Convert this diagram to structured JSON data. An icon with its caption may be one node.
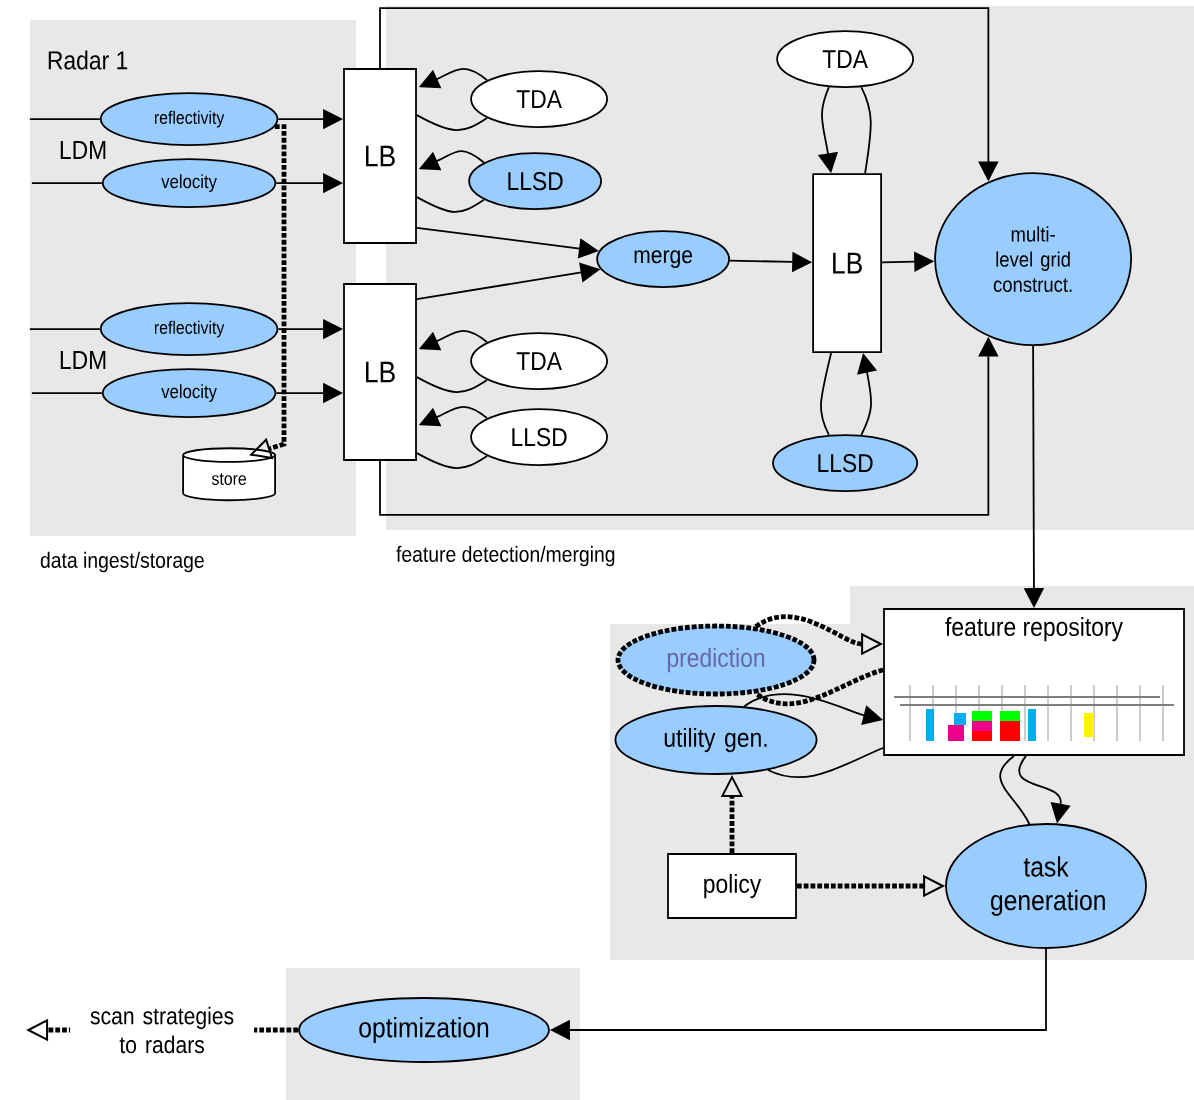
{
  "diagram": {
    "nodes": [
      {
        "text": [
          "data ingest/storage"
        ]
      },
      {
        "text": [
          "reflectivity"
        ],
        "in": 0
      },
      {
        "text": [
          "velocity"
        ],
        "in": 0
      },
      {
        "text": [
          "reflectivity"
        ],
        "in": 0
      },
      {
        "text": [
          "velocity"
        ],
        "in": 0
      },
      {
        "text": [
          "store"
        ],
        "in": 0
      },
      {
        "text": [
          "feature detection/merging"
        ]
      },
      {
        "text": [
          "LB"
        ]
      },
      {
        "text": [
          "LB"
        ]
      },
      {
        "text": [
          "TDA"
        ],
        "in": 6
      },
      {
        "text": [
          "LLSD"
        ],
        "in": 6
      },
      {
        "text": [
          "TDA"
        ],
        "in": 6
      },
      {
        "text": [
          "LLSD"
        ],
        "in": 6
      },
      {
        "text": [
          "merge"
        ],
        "in": 6
      },
      {
        "text": [
          "TDA"
        ],
        "in": 6
      },
      {
        "text": [
          "LB"
        ],
        "in": 6
      },
      {
        "text": [
          "LLSD"
        ],
        "in": 6
      },
      {
        "text": [
          "multi-level grid construct."
        ],
        "in": 6
      },
      {
        "text": [
          "prediction"
        ]
      },
      {
        "text": [
          "feature repository"
        ]
      },
      {
        "text": [
          "utility gen."
        ]
      },
      {
        "text": [
          "policy"
        ]
      },
      {
        "text": [
          "task generation"
        ]
      },
      {
        "text": [
          "optimization"
        ]
      }
    ],
    "edges": [
      {
        "from": null,
        "to": 1,
        "arrow": "none"
      },
      {
        "from": null,
        "to": 2,
        "arrow": "none"
      },
      {
        "from": null,
        "to": 3,
        "arrow": "none"
      },
      {
        "from": null,
        "to": 4,
        "arrow": "none"
      },
      {
        "from": 1,
        "to": 7,
        "arrow": "to"
      },
      {
        "from": 2,
        "to": 7,
        "arrow": "to"
      },
      {
        "from": 3,
        "to": 8,
        "arrow": "to"
      },
      {
        "from": 4,
        "to": 8,
        "arrow": "to"
      },
      {
        "from": 1,
        "to": 5,
        "arrow": "to",
        "style": "dashed"
      },
      {
        "from": 7,
        "to": 9,
        "arrow": "none"
      },
      {
        "from": 9,
        "to": 7,
        "arrow": "to"
      },
      {
        "from": 7,
        "to": 10,
        "arrow": "none"
      },
      {
        "from": 10,
        "to": 7,
        "arrow": "to"
      },
      {
        "from": 8,
        "to": 11,
        "arrow": "none"
      },
      {
        "from": 11,
        "to": 8,
        "arrow": "to"
      },
      {
        "from": 8,
        "to": 12,
        "arrow": "none"
      },
      {
        "from": 12,
        "to": 8,
        "arrow": "to"
      },
      {
        "from": 7,
        "to": 13,
        "arrow": "to"
      },
      {
        "from": 8,
        "to": 13,
        "arrow": "to"
      },
      {
        "from": 13,
        "to": 15,
        "arrow": "to"
      },
      {
        "from": 15,
        "to": 14,
        "arrow": "none"
      },
      {
        "from": 14,
        "to": 15,
        "arrow": "to"
      },
      {
        "from": 15,
        "to": 16,
        "arrow": "none"
      },
      {
        "from": 16,
        "to": 15,
        "arrow": "to"
      },
      {
        "from": 15,
        "to": 17,
        "arrow": "to"
      },
      {
        "from": 7,
        "to": 17,
        "arrow": "to"
      },
      {
        "from": 8,
        "to": 17,
        "arrow": "to"
      },
      {
        "from": 17,
        "to": 19,
        "arrow": "to"
      },
      {
        "from": 18,
        "to": 19,
        "arrow": "to",
        "style": "dashed"
      },
      {
        "from": 19,
        "to": 18,
        "arrow": "none",
        "style": "dashed"
      },
      {
        "from": 20,
        "to": 19,
        "arrow": "to"
      },
      {
        "from": 19,
        "to": 20,
        "arrow": "none"
      },
      {
        "from": 19,
        "to": 22,
        "arrow": "to"
      },
      {
        "from": 22,
        "to": 19,
        "arrow": "none"
      },
      {
        "from": 21,
        "to": 20,
        "arrow": "to",
        "style": "dashed"
      },
      {
        "from": 21,
        "to": 22,
        "arrow": "to",
        "style": "dashed"
      },
      {
        "from": 22,
        "to": 23,
        "arrow": "to"
      },
      {
        "from": 23,
        "to": null,
        "arrow": "to",
        "style": "dashed",
        "label": "scan strategies to radars"
      }
    ],
    "labels": [
      "Radar 1",
      "LDM",
      "LDM"
    ]
  }
}
